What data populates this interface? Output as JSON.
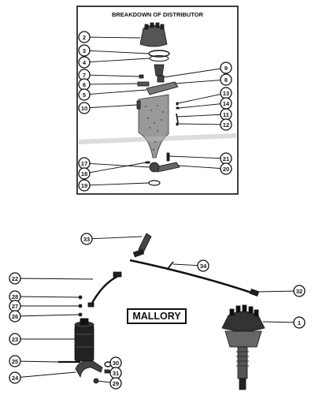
{
  "inset_title": "BREAKDOWN OF DISTRIBUTOR",
  "brand": "MALLORY",
  "callouts_inset": [
    "2",
    "3",
    "4",
    "7",
    "6",
    "5",
    "10",
    "9",
    "8",
    "13",
    "14",
    "11",
    "12",
    "17",
    "18",
    "19",
    "21",
    "20"
  ],
  "callouts_main": [
    "33",
    "34",
    "22",
    "28",
    "27",
    "26",
    "23",
    "25",
    "24",
    "32",
    "30",
    "31",
    "29",
    "1"
  ],
  "colors": {
    "ink": "#111111",
    "paper": "#ffffff",
    "shade": "#555555"
  }
}
